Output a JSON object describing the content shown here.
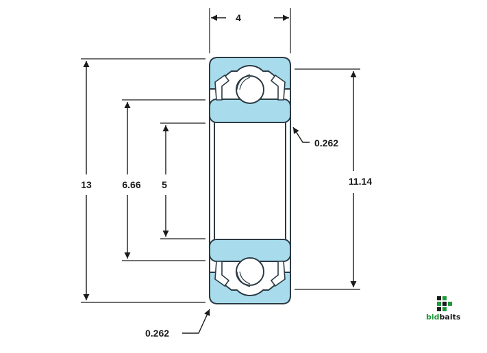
{
  "dimensions": {
    "width_top": "4",
    "outer_diameter": "13",
    "shoulder_diameter": "6.66",
    "bore_diameter": "5",
    "outer_shoulder": "11.14",
    "chamfer_right": "0.262",
    "chamfer_bottom": "0.262"
  },
  "logo": {
    "part1": "bid",
    "part2": "baits"
  },
  "colors": {
    "ring_fill": "#a8dcec",
    "outline": "#2b3a44",
    "logo_green": "#1f9a3a",
    "logo_dark": "#1a1a1a"
  }
}
